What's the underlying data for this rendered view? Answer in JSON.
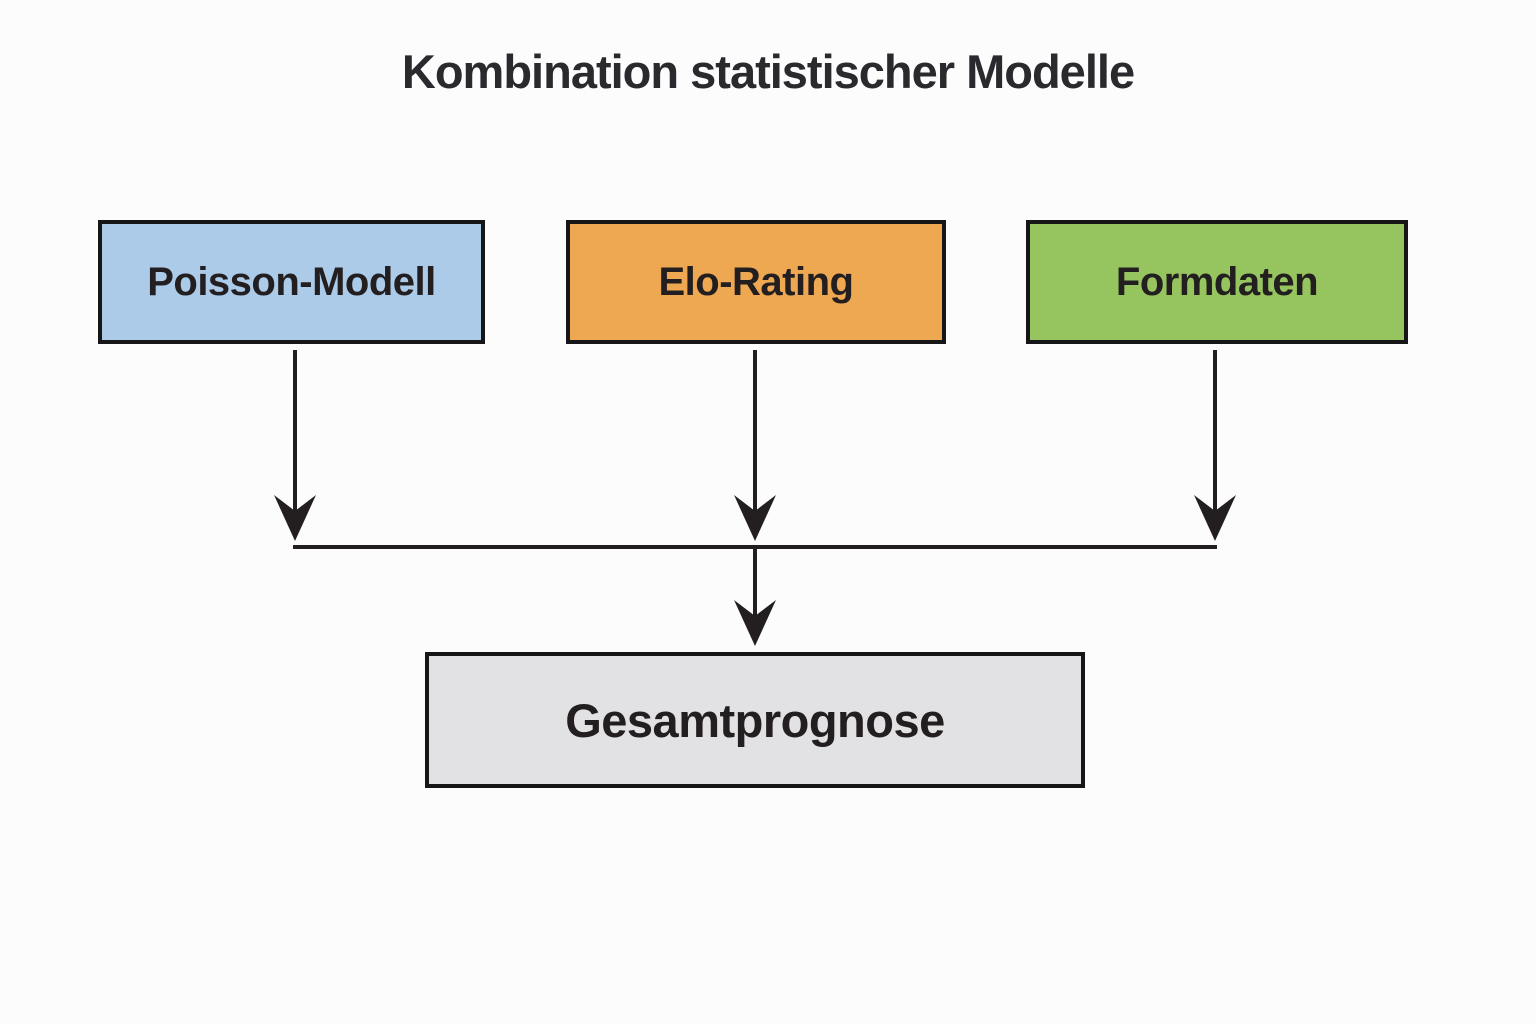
{
  "title": "Kombination statistischer Modelle",
  "diagram": {
    "background": "#fdfcfd",
    "border_color": "#161618",
    "arrow_color": "#231f20",
    "nodes": [
      {
        "id": "poisson",
        "label": "Poisson-Modell",
        "color": "#abcbe9",
        "role": "source"
      },
      {
        "id": "elo",
        "label": "Elo-Rating",
        "color": "#efa852",
        "role": "source"
      },
      {
        "id": "form",
        "label": "Formdaten",
        "color": "#96c55f",
        "role": "source"
      },
      {
        "id": "gesamt",
        "label": "Gesamtprognose",
        "color": "#e2e2e4",
        "role": "sink"
      }
    ],
    "edges": [
      {
        "from": "poisson",
        "to": "junction"
      },
      {
        "from": "elo",
        "to": "junction"
      },
      {
        "from": "form",
        "to": "junction"
      },
      {
        "from": "junction",
        "to": "gesamt"
      }
    ]
  }
}
